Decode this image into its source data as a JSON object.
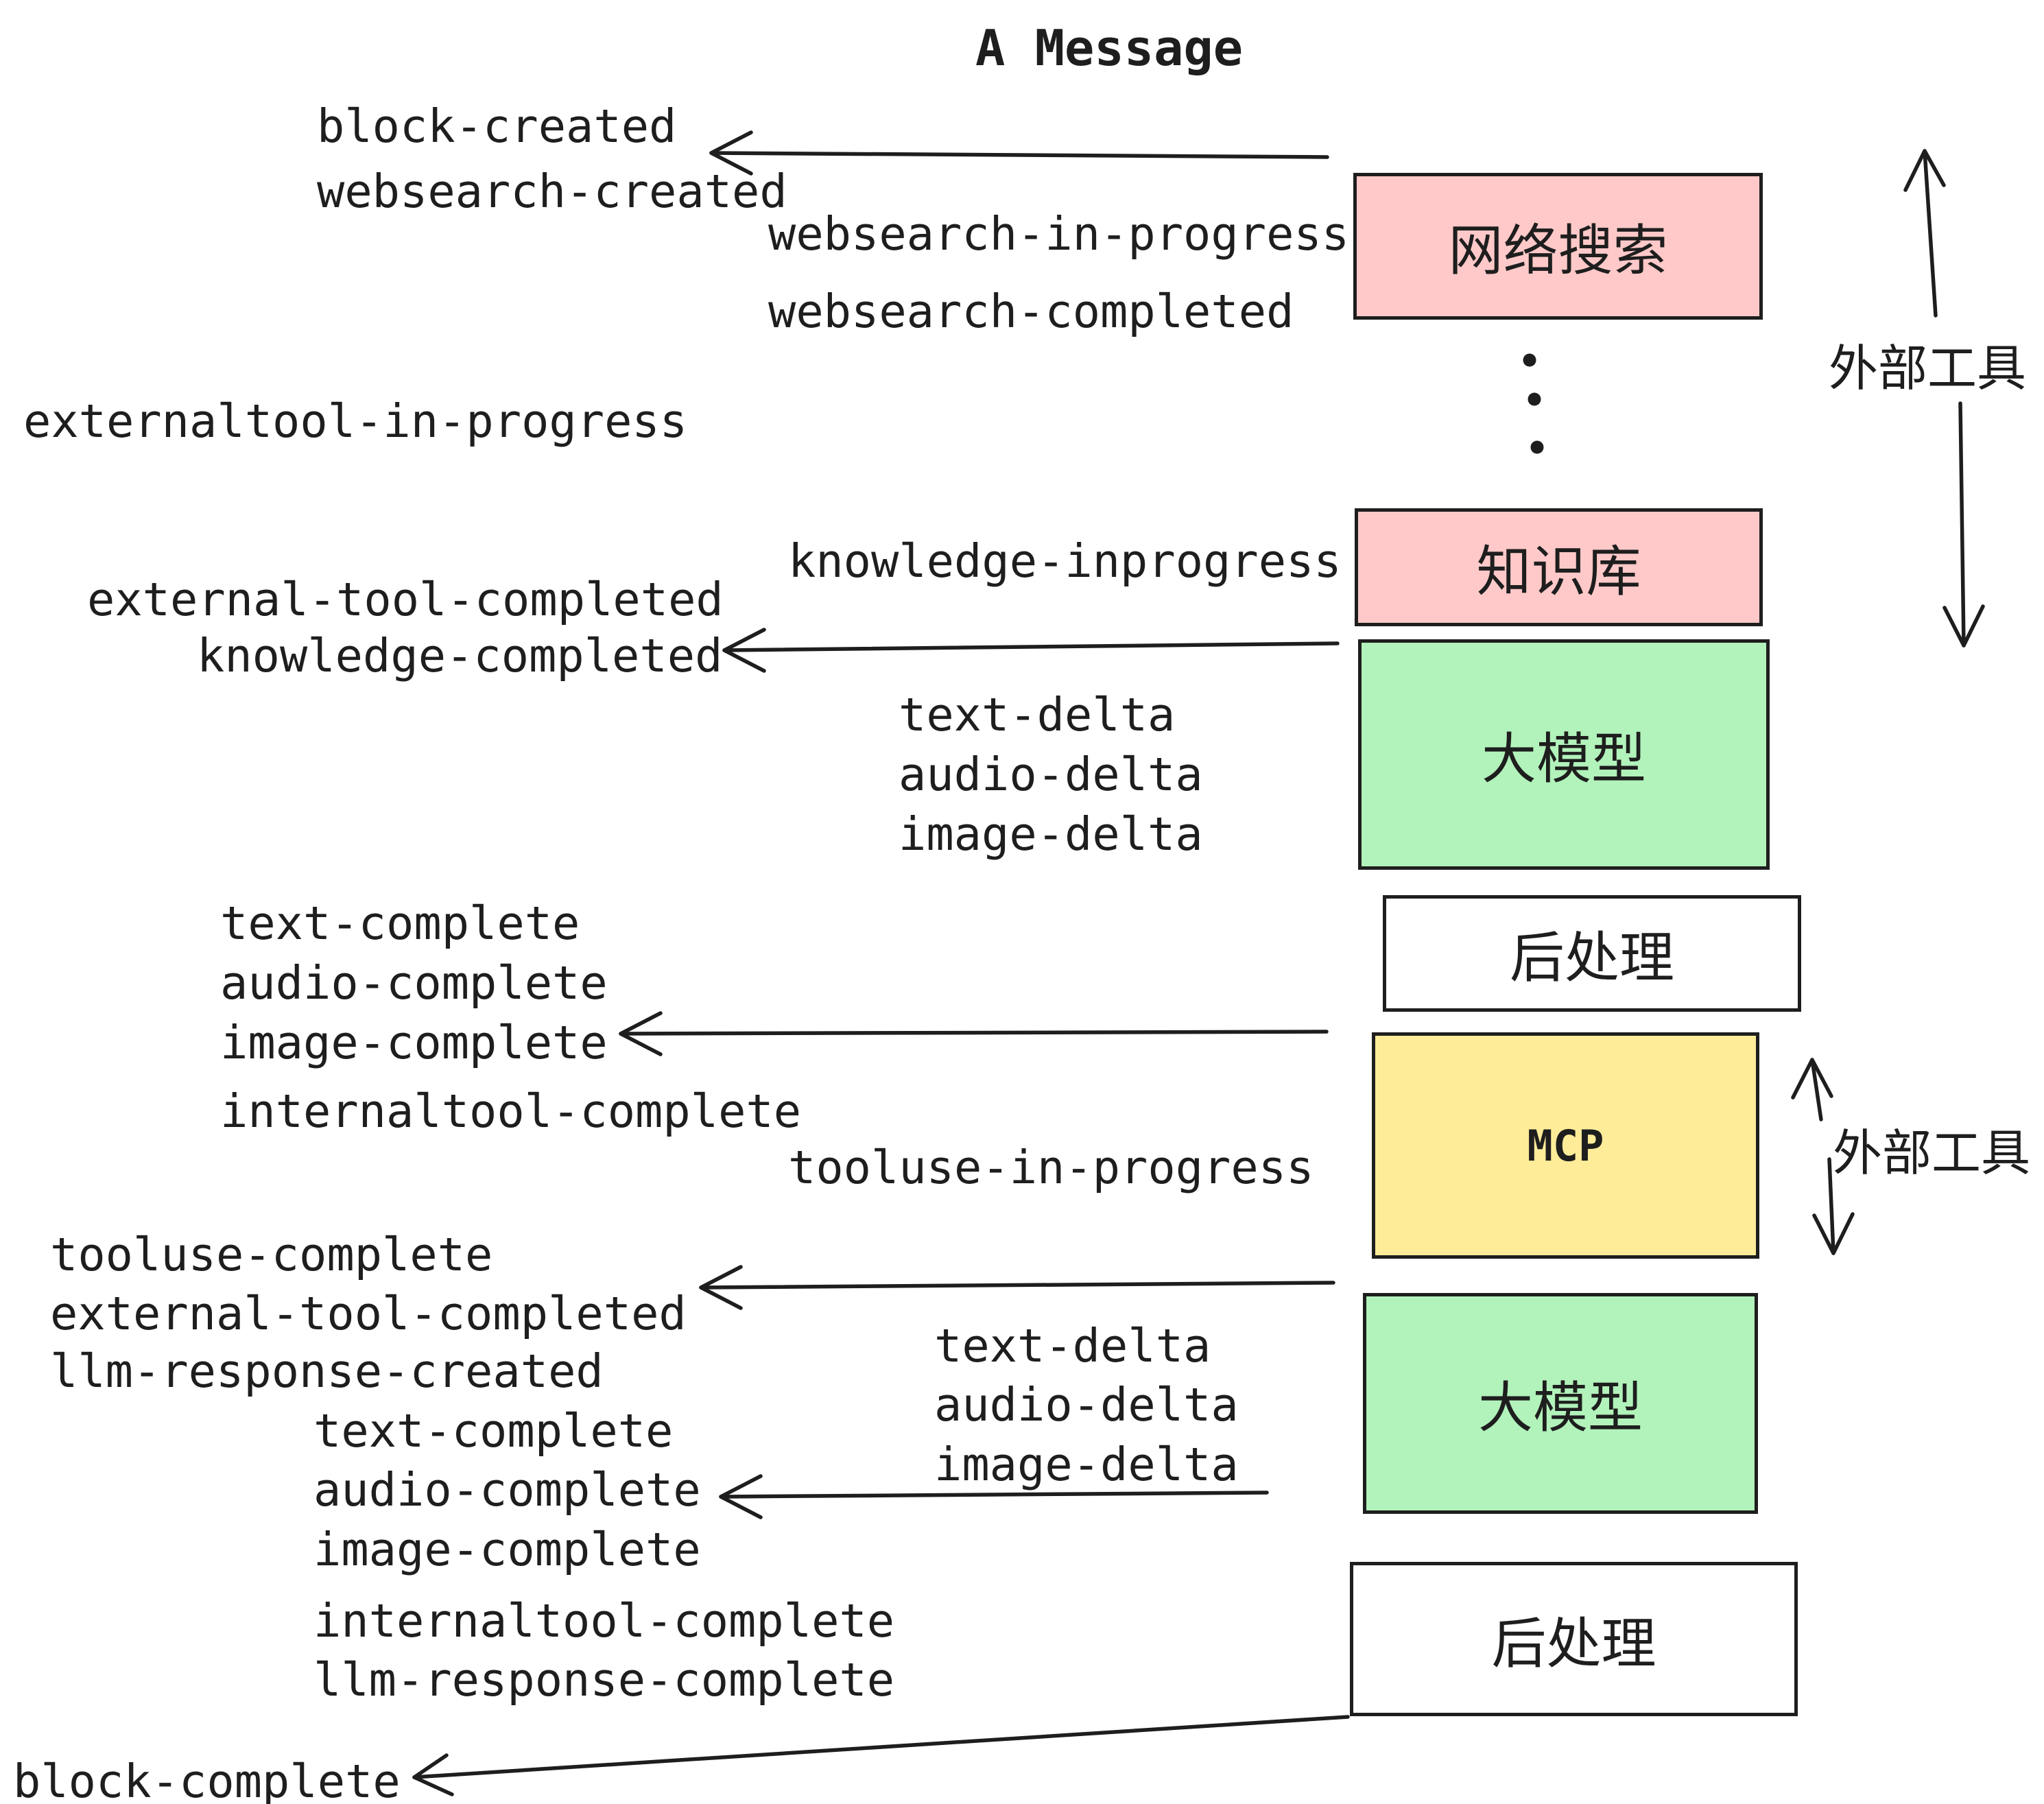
{
  "title": "A Message",
  "colors": {
    "pink": "#FFC9C9",
    "green": "#B2F2BB",
    "yellow": "#FFEC99",
    "white": "#FFFFFF",
    "stroke": "#1E1E1E"
  },
  "boxes": [
    {
      "id": "websearch",
      "label": "网络搜索",
      "fill": "pink"
    },
    {
      "id": "knowledge-base",
      "label": "知识库",
      "fill": "pink"
    },
    {
      "id": "llm-1",
      "label": "大模型",
      "fill": "green"
    },
    {
      "id": "post-process-1",
      "label": "后处理",
      "fill": "white"
    },
    {
      "id": "mcp",
      "label": "MCP",
      "fill": "yellow"
    },
    {
      "id": "llm-2",
      "label": "大模型",
      "fill": "green"
    },
    {
      "id": "post-process-2",
      "label": "后处理",
      "fill": "white"
    }
  ],
  "side_annotations": [
    {
      "label": "外部工具"
    },
    {
      "label": "外部工具"
    }
  ],
  "events": {
    "block_created": "block-created",
    "websearch_created": "websearch-created",
    "websearch_in_progress": "websearch-in-progress",
    "websearch_completed": "websearch-completed",
    "externaltool_in_progress": "externaltool-in-progress",
    "knowledge_inprogress": "knowledge-inprogress",
    "external_tool_completed_1": "external-tool-completed",
    "knowledge_completed": "knowledge-completed",
    "text_delta_1": "text-delta",
    "audio_delta_1": "audio-delta",
    "image_delta_1": "image-delta",
    "text_complete_1": "text-complete",
    "audio_complete_1": "audio-complete",
    "image_complete_1": "image-complete",
    "internaltool_complete_1": "internaltool-complete",
    "tooluse_in_progress": "tooluse-in-progress",
    "tooluse_complete": "tooluse-complete",
    "external_tool_completed_2": "external-tool-completed",
    "llm_response_created": "llm-response-created",
    "text_complete_2": "text-complete",
    "audio_complete_2": "audio-complete",
    "image_complete_2": "image-complete",
    "internaltool_complete_2": "internaltool-complete",
    "llm_response_complete": "llm-response-complete",
    "text_delta_2": "text-delta",
    "audio_delta_2": "audio-delta",
    "image_delta_2": "image-delta",
    "block_complete": "block-complete"
  }
}
